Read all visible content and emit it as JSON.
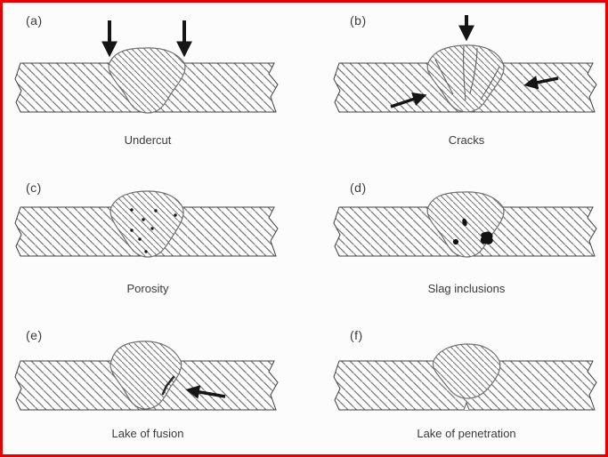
{
  "panels": [
    {
      "label": "(a)",
      "caption": "Undercut",
      "icons": [
        "arrow-down-icon",
        "arrow-down-icon"
      ]
    },
    {
      "label": "(b)",
      "caption": "Cracks",
      "icons": [
        "arrow-down-icon",
        "arrow-up-right-icon",
        "arrow-left-icon"
      ]
    },
    {
      "label": "(c)",
      "caption": "Porosity",
      "icons": []
    },
    {
      "label": "(d)",
      "caption": "Slag inclusions",
      "icons": []
    },
    {
      "label": "(e)",
      "caption": "Lake of fusion",
      "icons": [
        "arrow-left-icon"
      ]
    },
    {
      "label": "(f)",
      "caption": "Lake of penetration",
      "icons": []
    }
  ],
  "colors": {
    "border": "#e60000",
    "background": "#fcfcfc",
    "text": "#3a3a3a",
    "plate_outline": "#3f3f3f",
    "bead_outline": "#6e6e6e",
    "hatch": "#757575",
    "arrow": "#151515"
  }
}
